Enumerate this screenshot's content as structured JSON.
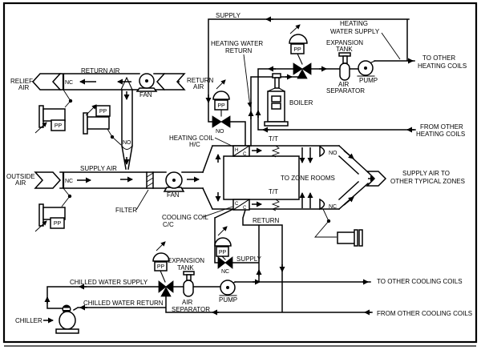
{
  "colors": {
    "line": "#000000",
    "background": "#ffffff"
  },
  "air_system": {
    "return_air_duct_label": "RETURN AIR",
    "relief_air": [
      "RELIEF",
      "AIR"
    ],
    "relief_damper_state": "NC",
    "return_fan_label": "FAN",
    "return_air_inlet": [
      "RETURN",
      "AIR"
    ],
    "recirc_damper_state": "NO",
    "outside_air": [
      "OUTSIDE",
      "AIR"
    ],
    "outside_damper_state": "NC",
    "supply_air_label": "SUPPLY AIR",
    "filter_label": "FILTER",
    "supply_fan_label": "FAN",
    "heating_coil": [
      "HEATING COIL",
      "H/C"
    ],
    "coil_letters_hot": [
      "H",
      "C"
    ],
    "cooling_coil": [
      "COOLING COIL",
      "C/C"
    ],
    "coil_letters_cold": [
      "C",
      "C"
    ],
    "duct_temp_sensor_hot": "T/T",
    "duct_temp_sensor_cold": "T/T",
    "to_zone_rooms": "TO ZONE ROOMS",
    "zone_hot_damper_state": "NO",
    "zone_cold_damper_state": "NC",
    "supply_air_zones": [
      "SUPPLY AIR TO",
      "OTHER TYPICAL ZONES"
    ]
  },
  "heating_loop": {
    "supply_label": "SUPPLY",
    "heating_water_return": [
      "HEATING WATER",
      "RETURN"
    ],
    "heating_water_supply": [
      "HEATING",
      "WATER SUPPLY"
    ],
    "coil_valve_state": "NO",
    "expansion_tank": [
      "EXPANSION",
      "TANK"
    ],
    "air_separator": [
      "AIR",
      "SEPARATOR"
    ],
    "pump_label": "PUMP",
    "boiler_label": "BOILER",
    "to_other": [
      "TO OTHER",
      "HEATING COILS"
    ],
    "from_other": [
      "FROM OTHER",
      "HEATING COILS"
    ]
  },
  "cooling_loop": {
    "return_label": "RETURN",
    "supply_label": "SUPPLY",
    "coil_valve_state": "NC",
    "expansion_tank": [
      "EXPANSION",
      "TANK"
    ],
    "air_separator": [
      "AIR",
      "SEPARATOR"
    ],
    "pump_label": "PUMP",
    "chilled_water_supply": "CHILLED WATER SUPPLY",
    "chilled_water_return": "CHILLED WATER RETURN",
    "chiller_label": "CHILLER",
    "to_other": "TO OTHER COOLING COILS",
    "from_other": "FROM OTHER COOLING COILS"
  },
  "actuators": {
    "pneumatic_label": "PP"
  }
}
